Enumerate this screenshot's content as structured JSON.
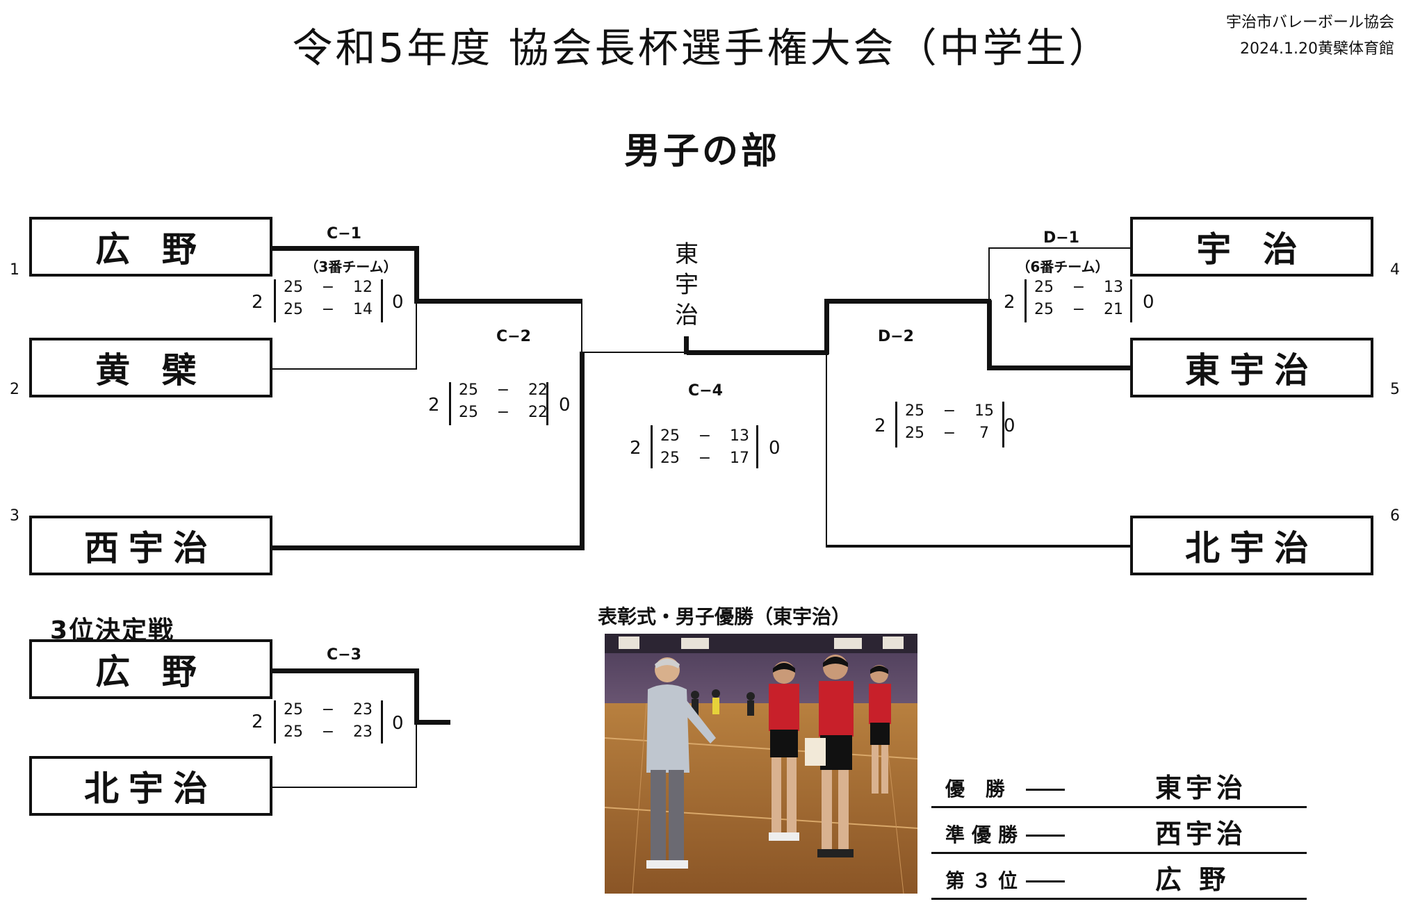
{
  "title": "令和5年度 協会長杯選手権大会（中学生）",
  "organizer": "宇治市バレーボール協会",
  "date_venue": "2024.1.20黄檗体育館",
  "section_title": "男子の部",
  "teams": {
    "t1": {
      "seed": "1",
      "name": "広 野"
    },
    "t2": {
      "seed": "2",
      "name": "黄 檗"
    },
    "t3": {
      "seed": "3",
      "name": "西宇治"
    },
    "t4": {
      "seed": "4",
      "name": "宇 治"
    },
    "t5": {
      "seed": "5",
      "name": "東宇治"
    },
    "t6": {
      "seed": "6",
      "name": "北宇治"
    }
  },
  "matches": {
    "c1": {
      "label": "C−1",
      "note": "（3番チーム）",
      "left": "2",
      "right": "0",
      "sets": [
        [
          "25",
          "−",
          "12"
        ],
        [
          "25",
          "−",
          "14"
        ]
      ]
    },
    "c2": {
      "label": "C−2",
      "left": "2",
      "right": "0",
      "sets": [
        [
          "25",
          "−",
          "22"
        ],
        [
          "25",
          "−",
          "22"
        ]
      ]
    },
    "c4": {
      "label": "C−4",
      "left": "2",
      "right": "0",
      "sets": [
        [
          "25",
          "−",
          "13"
        ],
        [
          "25",
          "−",
          "17"
        ]
      ]
    },
    "d1": {
      "label": "D−1",
      "note": "（6番チーム）",
      "left": "2",
      "right": "0",
      "sets": [
        [
          "25",
          "−",
          "13"
        ],
        [
          "25",
          "−",
          "21"
        ]
      ]
    },
    "d2": {
      "label": "D−2",
      "left": "2",
      "right": "0",
      "sets": [
        [
          "25",
          "−",
          "15"
        ],
        [
          "25",
          "−",
          "7"
        ]
      ]
    },
    "c3": {
      "label": "C−3",
      "left": "2",
      "right": "0",
      "sets": [
        [
          "25",
          "−",
          "23"
        ],
        [
          "25",
          "−",
          "23"
        ]
      ]
    }
  },
  "champion_vertical": [
    "東",
    "宇",
    "治"
  ],
  "third_place": {
    "heading": "3位決定戦",
    "team_a": "広 野",
    "team_b": "北宇治"
  },
  "photo_caption": "表彰式・男子優勝（東宇治）",
  "results": [
    {
      "label": "優 勝",
      "value": "東宇治"
    },
    {
      "label": "準優勝",
      "value": "西宇治"
    },
    {
      "label": "第３位",
      "value": "広 野"
    }
  ]
}
